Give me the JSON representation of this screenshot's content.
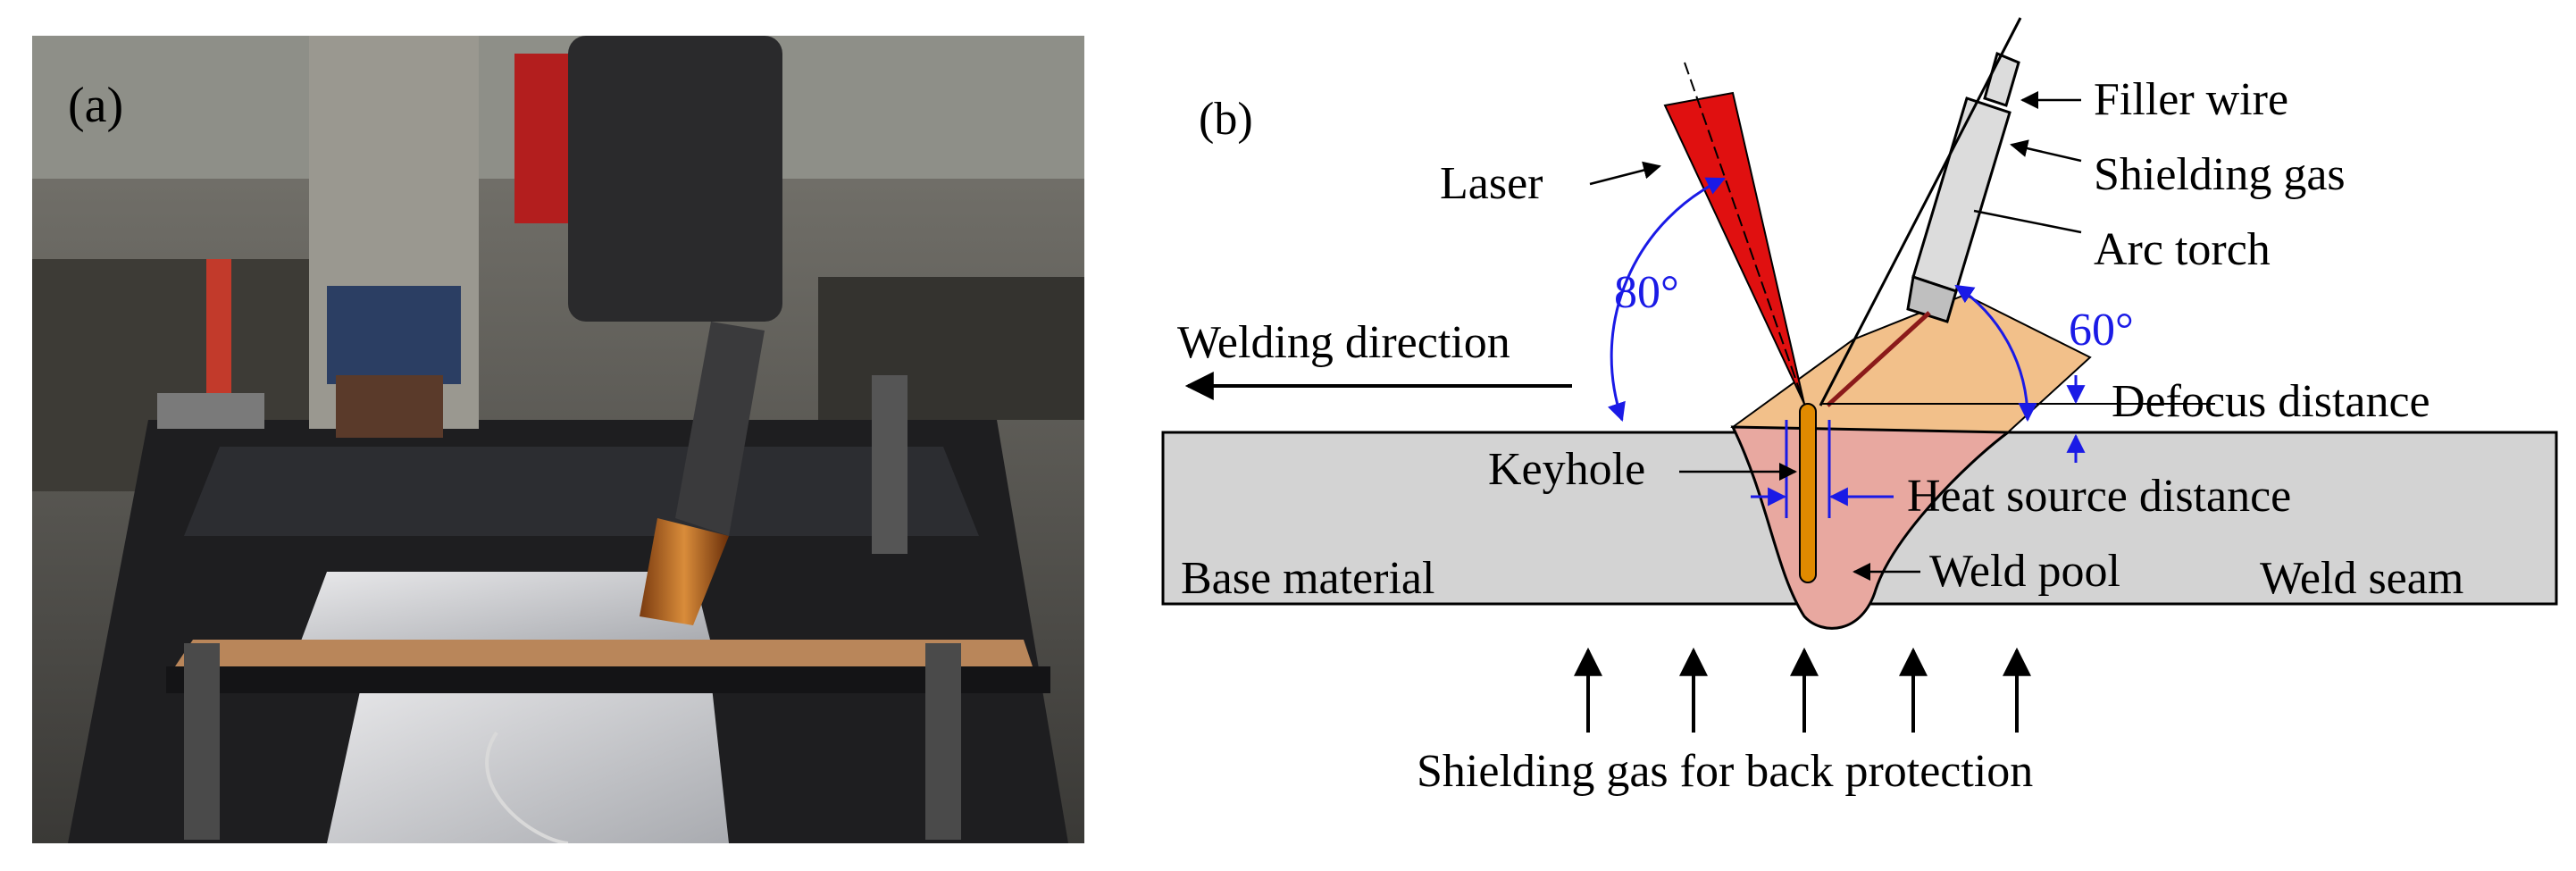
{
  "panel_a": {
    "label": "(a)"
  },
  "panel_b": {
    "label": "(b)",
    "angles": {
      "laser_angle": "80°",
      "torch_angle": "60°"
    },
    "labels": {
      "laser": "Laser",
      "filler_wire": "Filler wire",
      "shielding_gas": "Shielding gas",
      "arc_torch": "Arc torch",
      "welding_direction": "Welding direction",
      "defocus_distance": "Defocus distance",
      "keyhole": "Keyhole",
      "heat_source_distance": "Heat source distance",
      "weld_pool": "Weld pool",
      "base_material": "Base material",
      "weld_seam": "Weld seam",
      "back_protection": "Shielding gas for back protection"
    },
    "colors": {
      "laser": "#e01010",
      "dimension_blue": "#1a1ae6",
      "base_plate": "#d3d3d3",
      "weld_pool": "#e8a8a0",
      "arc_plume": "#f2c08a",
      "keyhole": "#e08a00",
      "torch_body": "#dcdcdc"
    }
  }
}
